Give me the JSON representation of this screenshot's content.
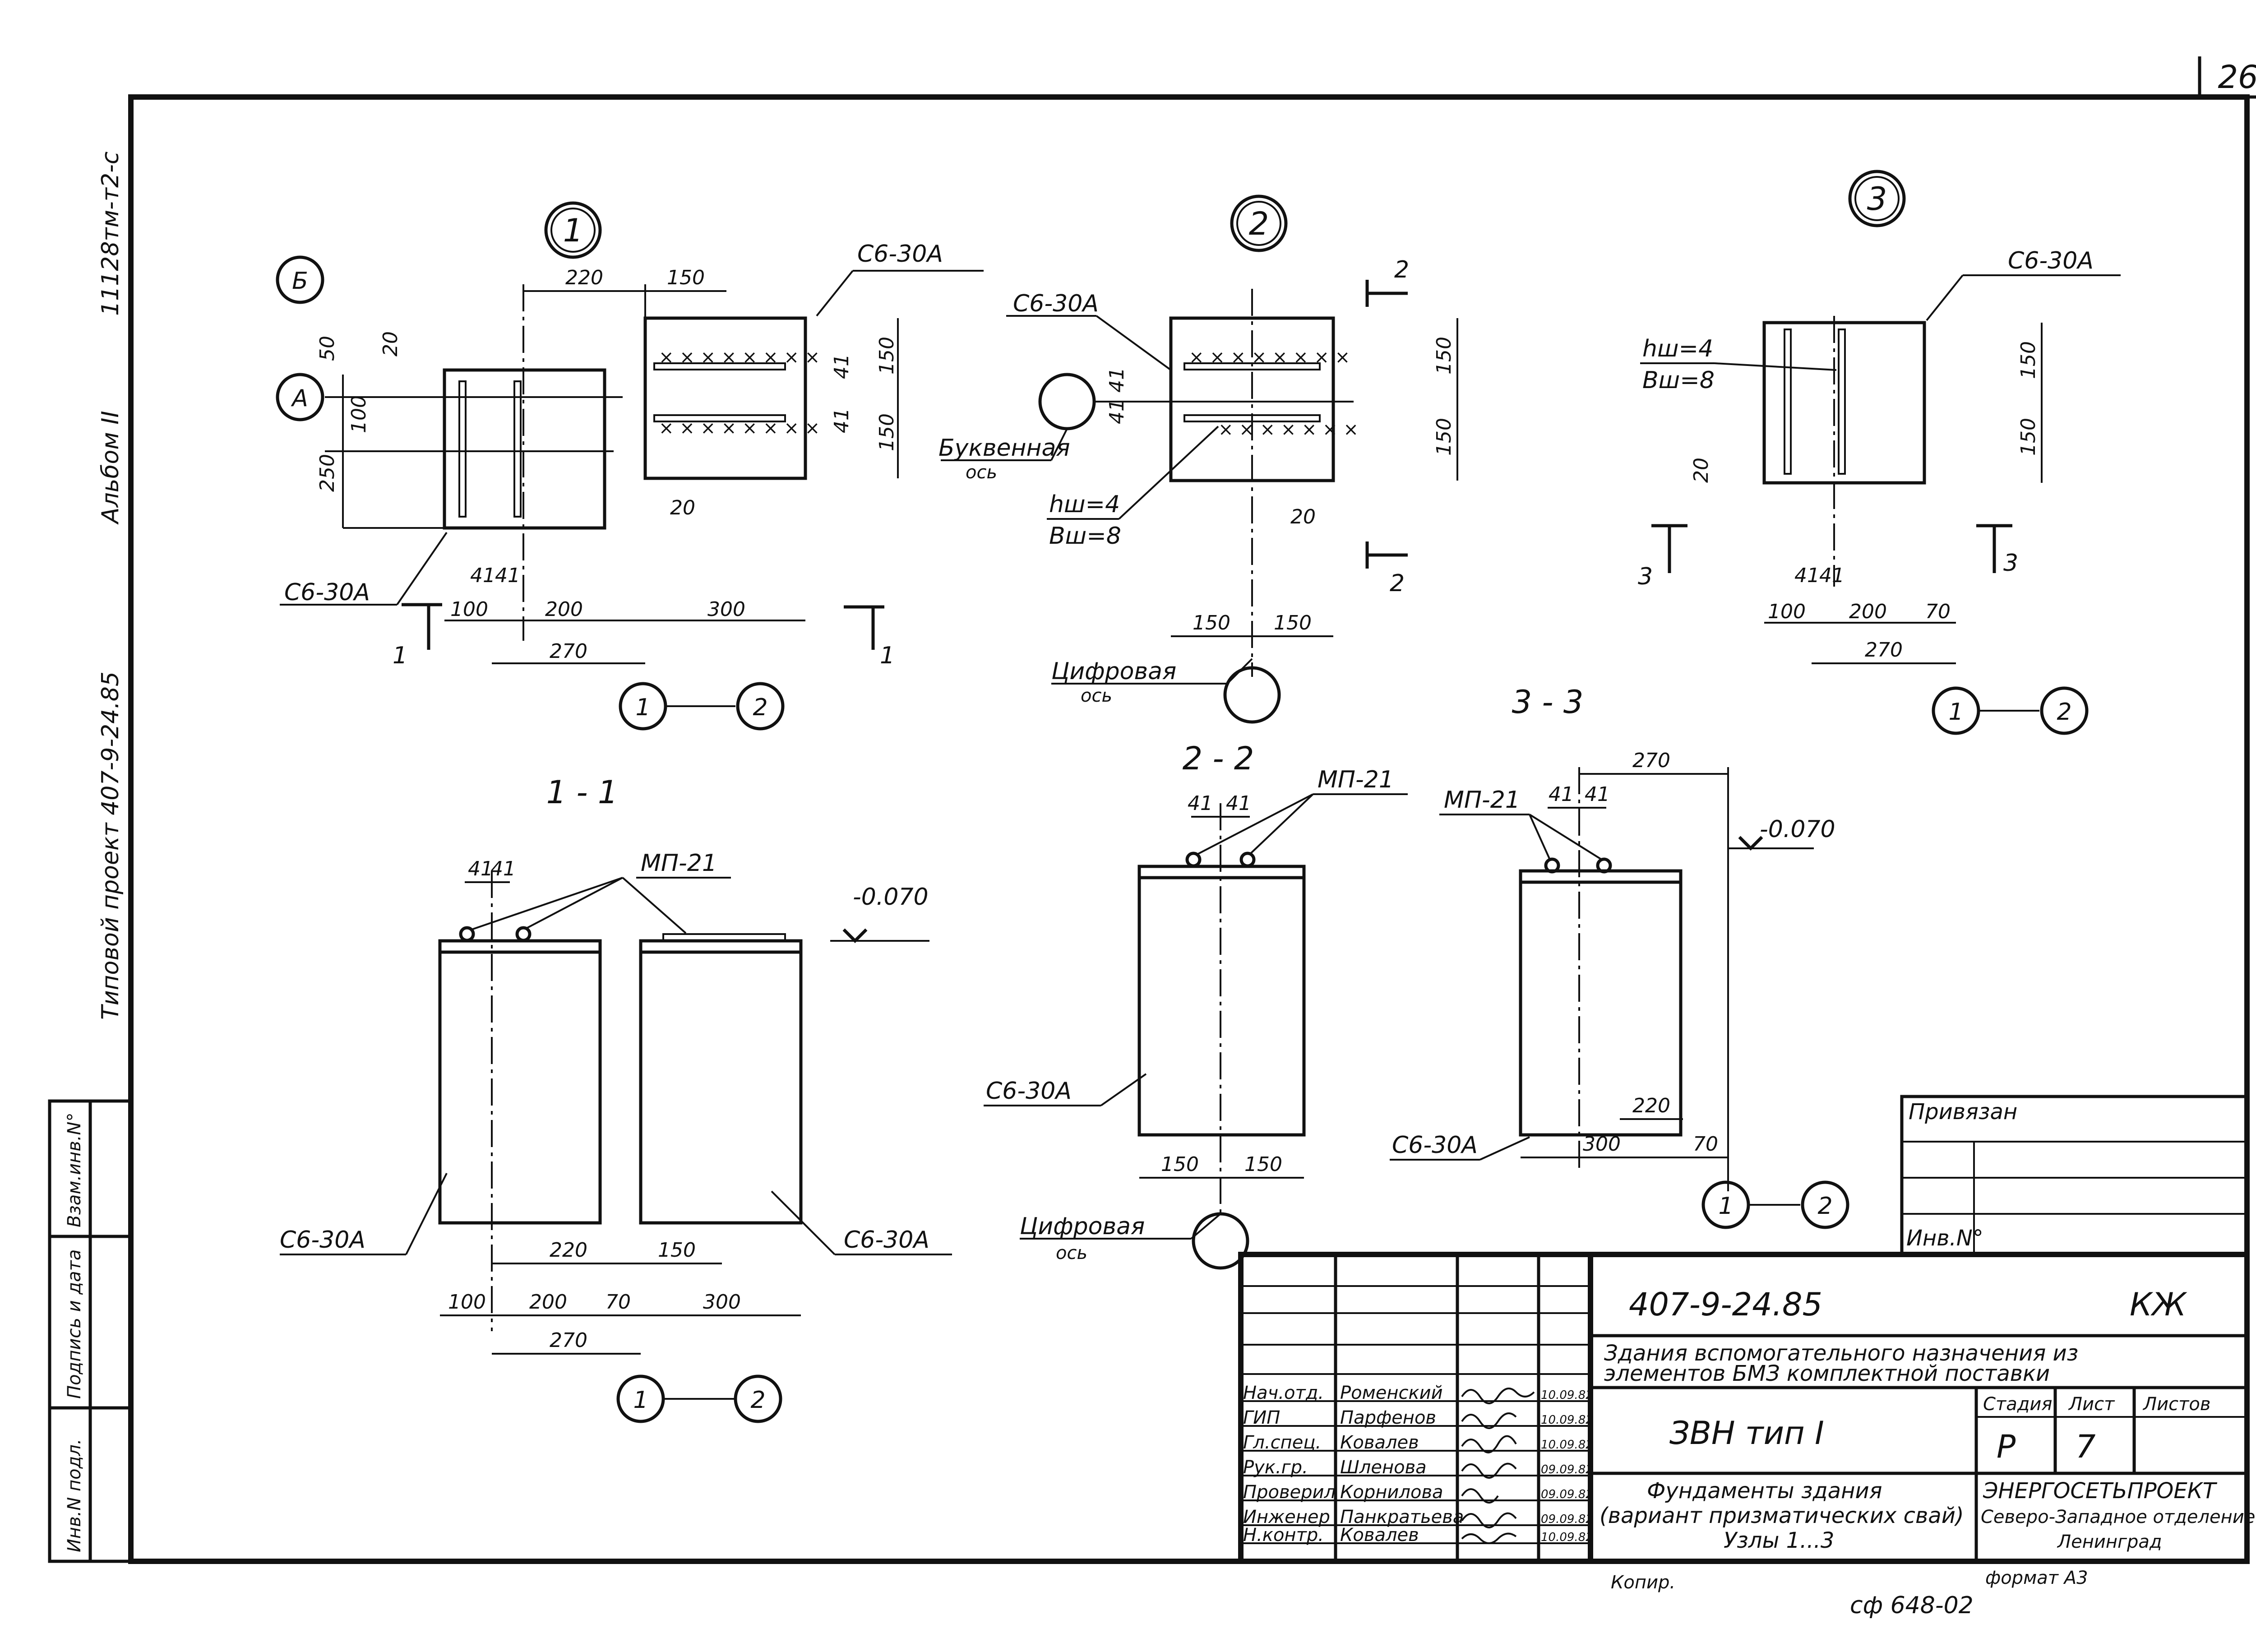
{
  "sheet_number": "26",
  "side_inscriptions": {
    "stamp": "11128тм-т2-с",
    "album": "Альбом II",
    "project": "Типовой проект 407-9-24.85"
  },
  "side_table": [
    "Инв.N подл.",
    "Подпись и дата",
    "Взам.инв.N°"
  ],
  "node1": {
    "marker": "1",
    "axis_b": "Б",
    "axis_a": "А",
    "plate_left": "С6-30А",
    "plate_right": "С6-30А",
    "dims": {
      "d220": "220",
      "d150": "150",
      "d20a": "20",
      "d50": "50",
      "d100v": "100",
      "d250": "250",
      "d41a": "41",
      "d41b": "41",
      "d100": "100",
      "d200": "200",
      "d300": "300",
      "d270": "270",
      "d150a": "150",
      "d150b": "150",
      "d41c": "41",
      "d41d": "41",
      "d20b": "20"
    },
    "sec_left": "1",
    "sec_right": "1",
    "axes_1": "1",
    "axes_2": "2"
  },
  "node2": {
    "marker": "2",
    "plate_label": "С6-30А",
    "axis_letter": "Буквенная",
    "axis_word": "ось",
    "weld_h": "hш=4",
    "weld_b": "Вш=8",
    "dims": {
      "d41a": "41",
      "d41b": "41",
      "d150a": "150",
      "d150b": "150",
      "d20": "20",
      "d150c": "150",
      "d150d": "150"
    },
    "sec_top": "2",
    "sec_bot": "2",
    "axis_digit": "Цифровая",
    "axis_word2": "ось"
  },
  "node3": {
    "marker": "3",
    "plate_label": "С6-30А",
    "weld_h": "hш=4",
    "weld_b": "Вш=8",
    "dims": {
      "d150a": "150",
      "d150b": "150",
      "d20": "20",
      "d41a": "41",
      "d41b": "41",
      "d100": "100",
      "d200": "200",
      "d70": "70",
      "d270": "270"
    },
    "sec_left": "3",
    "sec_right": "3",
    "axes_1": "1",
    "axes_2": "2"
  },
  "section11": {
    "title": "1 - 1",
    "mp": "МП-21",
    "level": "-0.070",
    "pile_left": "С6-30А",
    "pile_right": "С6-30А",
    "dims": {
      "d41a": "41",
      "d41b": "41",
      "d220": "220",
      "d150": "150",
      "d100": "100",
      "d200": "200",
      "d70": "70",
      "d300": "300",
      "d270": "270"
    },
    "axes_1": "1",
    "axes_2": "2"
  },
  "section22": {
    "title": "2 - 2",
    "mp": "МП-21",
    "pile": "С6-30А",
    "dims": {
      "d41a": "41",
      "d41b": "41",
      "d150a": "150",
      "d150b": "150"
    },
    "axis_digit": "Цифровая",
    "axis_word": "ось"
  },
  "section33": {
    "title": "3 - 3",
    "mp": "МП-21",
    "level": "-0.070",
    "pile": "С6-30А",
    "dims": {
      "d270": "270",
      "d41a": "41",
      "d41b": "41",
      "d220": "220",
      "d300": "300",
      "d70": "70"
    },
    "axes_1": "1",
    "axes_2": "2"
  },
  "privyazan": {
    "title": "Привязан",
    "inv": "Инв.N°"
  },
  "titleblock": {
    "code": "407-9-24.85",
    "mark": "КЖ",
    "object_line1": "Здания вспомогательного назначения из",
    "object_line2": "элементов БМЗ комплектной поставки",
    "building": "ЗВН тип I",
    "stage_h": "Стадия",
    "sheet_h": "Лист",
    "sheets_h": "Листов",
    "stage": "Р",
    "sheet": "7",
    "sheet_title1": "Фундаменты здания",
    "sheet_title2": "(вариант призматических свай)",
    "sheet_title3": "Узлы 1...3",
    "org1": "ЭНЕРГОСЕТЬПРОЕКТ",
    "org2": "Северо-Западное отделение",
    "org3": "Ленинград",
    "rows": [
      {
        "role": "Нач.отд.",
        "name": "Роменский",
        "date": "10.09.82"
      },
      {
        "role": "ГИП",
        "name": "Парфенов",
        "date": "10.09.82"
      },
      {
        "role": "Гл.спец.",
        "name": "Ковалев",
        "date": "10.09.82"
      },
      {
        "role": "Рук.гр.",
        "name": "Шленова",
        "date": "09.09.82"
      },
      {
        "role": "Проверил",
        "name": "Корнилова",
        "date": "09.09.82"
      },
      {
        "role": "Инженер",
        "name": "Панкратьева",
        "date": "09.09.82"
      },
      {
        "role": "Н.контр.",
        "name": "Ковалев",
        "date": "10.09.82"
      }
    ],
    "kopir": "Копир.",
    "format": "формат А3",
    "bottom_code": "сф 648-02"
  }
}
